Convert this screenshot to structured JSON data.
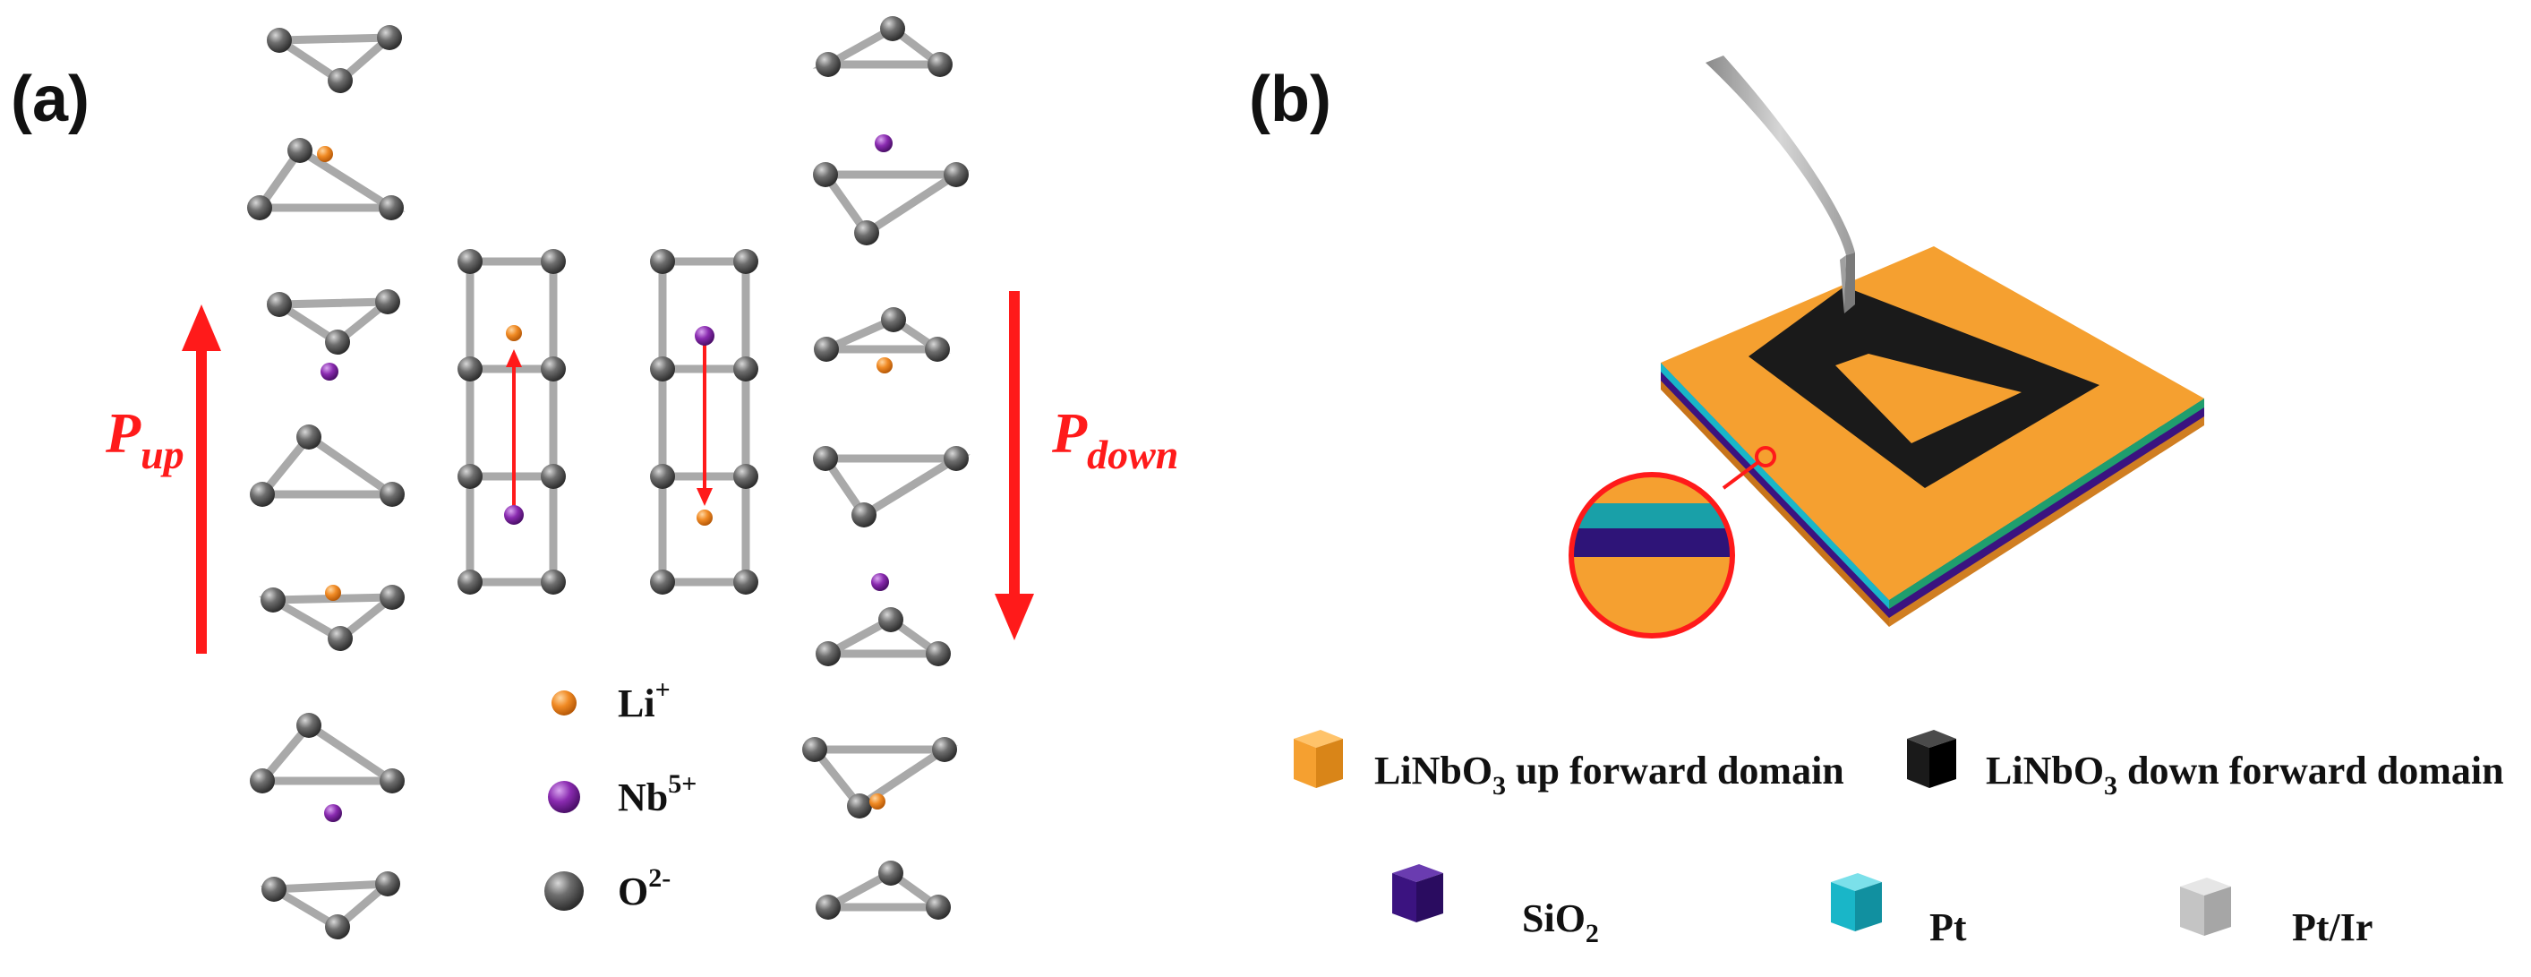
{
  "panel_a": {
    "label": "(a)",
    "p_up": {
      "base": "P",
      "sub": "up"
    },
    "p_down": {
      "base": "P",
      "sub": "down"
    },
    "legend": [
      {
        "base": "Li",
        "sup": "+",
        "color": "#f08a24"
      },
      {
        "base": "Nb",
        "sup": "5+",
        "color": "#8a2bb0"
      },
      {
        "base": "O",
        "sup": "2-",
        "color": "#4a4a4a"
      }
    ]
  },
  "panel_b": {
    "label": "(b)",
    "legend": [
      {
        "pre": "LiNbO",
        "sub": "3",
        "post": " up forward domain",
        "color": "#f5a030"
      },
      {
        "pre": "LiNbO",
        "sub": "3",
        "post": " down forward domain",
        "color": "#1a1a1a"
      },
      {
        "pre": "SiO",
        "sub": "2",
        "post": "",
        "color": "#3b1380"
      },
      {
        "pre": "Pt",
        "sub": "",
        "post": "",
        "color": "#19b6c8"
      },
      {
        "pre": "Pt/Ir",
        "sub": "",
        "post": "",
        "color": "#bdbdbd"
      }
    ]
  },
  "colors": {
    "arrow": "#ff1a1a",
    "orange": "#f5a030",
    "black": "#1a1a1a",
    "sio2": "#3b1380",
    "pt": "#19b6c8",
    "tip": "#bdbdbd",
    "oxygen": "#4a4a4a"
  }
}
